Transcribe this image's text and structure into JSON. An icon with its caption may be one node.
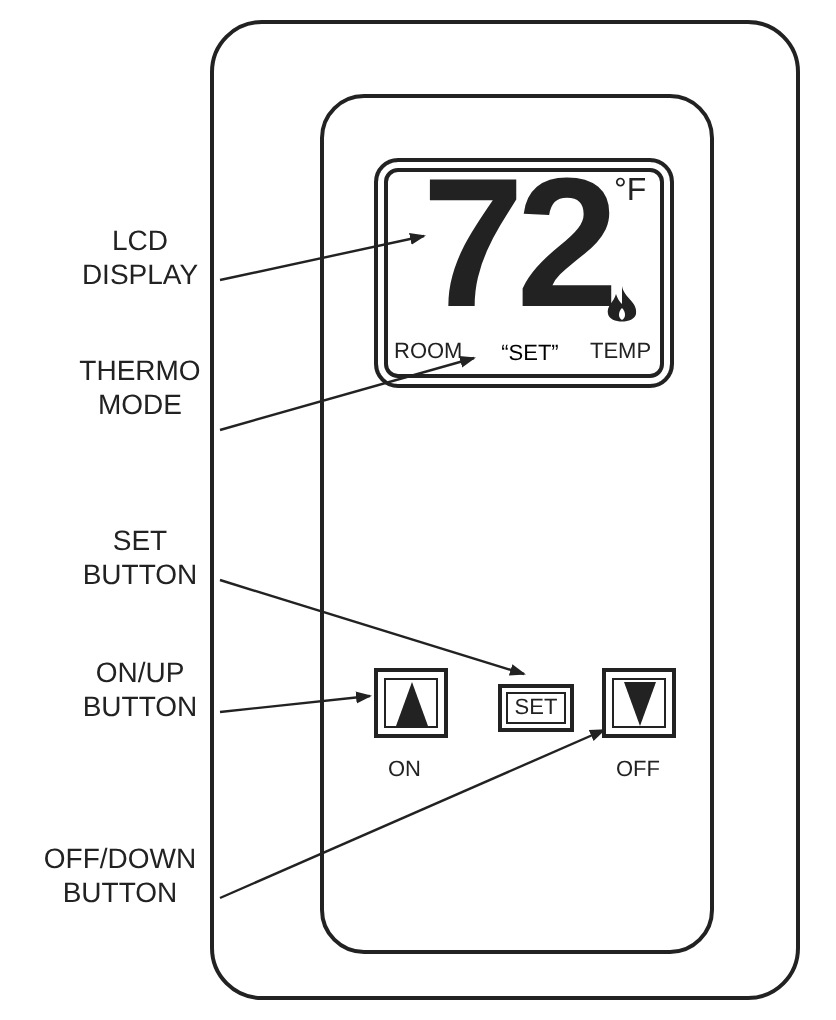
{
  "diagram": {
    "nodes": [
      {
        "text": [],
        "shape": "box"
      },
      {
        "text": [],
        "shape": "box",
        "in": 0
      },
      {
        "text": [
          "72",
          "°F",
          "ROOM",
          "TEMP"
        ],
        "in": 1
      },
      {
        "text": [
          "“SET”"
        ],
        "in": 2
      },
      {
        "text": [],
        "shape": "box",
        "in": 1,
        "beside": [
          "ON"
        ]
      },
      {
        "text": [
          "SET"
        ],
        "in": 1
      },
      {
        "text": [],
        "shape": "box",
        "in": 1,
        "beside": [
          "OFF"
        ]
      },
      {
        "text": [
          "LCD DISPLAY"
        ]
      },
      {
        "text": [
          "THERMO MODE"
        ]
      },
      {
        "text": [
          "SET BUTTON"
        ]
      },
      {
        "text": [
          "ON/UP BUTTON"
        ]
      },
      {
        "text": [
          "OFF/DOWN BUTTON"
        ]
      }
    ],
    "edges": [
      {
        "from": 7,
        "to": 2,
        "arrow": "to"
      },
      {
        "from": 8,
        "to": 3,
        "arrow": "to"
      },
      {
        "from": 9,
        "to": 5,
        "arrow": "to"
      },
      {
        "from": 10,
        "to": 4,
        "arrow": "to"
      },
      {
        "from": 11,
        "to": 6,
        "arrow": "to"
      }
    ]
  }
}
